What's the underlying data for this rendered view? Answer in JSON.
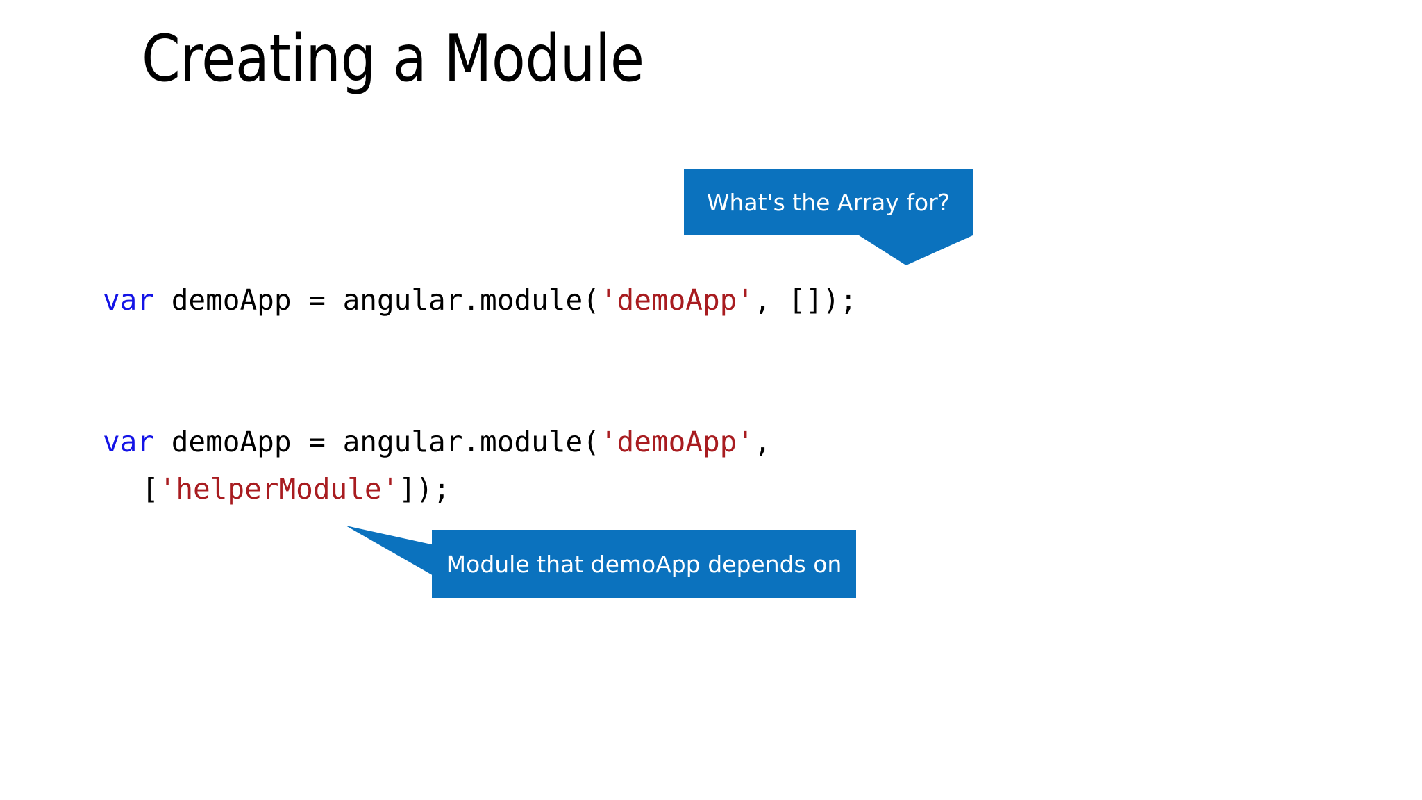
{
  "slide": {
    "title": "Creating a Module",
    "background_color": "#ffffff"
  },
  "colors": {
    "callout_blue": "#0B72BE",
    "keyword_blue": "#1414E6",
    "string_red": "#A81C20",
    "code_black": "#000000",
    "callout_text": "#ffffff"
  },
  "code_blocks": [
    {
      "id": "code-block-1",
      "full_text": "var demoApp = angular.module('demoApp', []);",
      "lines": [
        {
          "indent": false,
          "tokens": [
            {
              "kind": "keyword",
              "text": "var"
            },
            {
              "kind": "plain",
              "text": " demoApp = angular.module("
            },
            {
              "kind": "string",
              "text": "'demoApp'"
            },
            {
              "kind": "plain",
              "text": ", []);"
            }
          ]
        }
      ]
    },
    {
      "id": "code-block-2",
      "full_text": "var demoApp = angular.module('demoApp', ['helperModule']);",
      "lines": [
        {
          "indent": false,
          "tokens": [
            {
              "kind": "keyword",
              "text": "var"
            },
            {
              "kind": "plain",
              "text": " demoApp = angular.module("
            },
            {
              "kind": "string",
              "text": "'demoApp'"
            },
            {
              "kind": "plain",
              "text": ","
            }
          ]
        },
        {
          "indent": true,
          "tokens": [
            {
              "kind": "plain",
              "text": "["
            },
            {
              "kind": "string",
              "text": "'helperModule'"
            },
            {
              "kind": "plain",
              "text": "]);"
            }
          ]
        }
      ]
    }
  ],
  "callouts": [
    {
      "id": "callout-array",
      "text": "What's the Array for?",
      "tail_direction": "down-right"
    },
    {
      "id": "callout-depends",
      "text": "Module that demoApp depends on",
      "tail_direction": "up-left"
    }
  ]
}
